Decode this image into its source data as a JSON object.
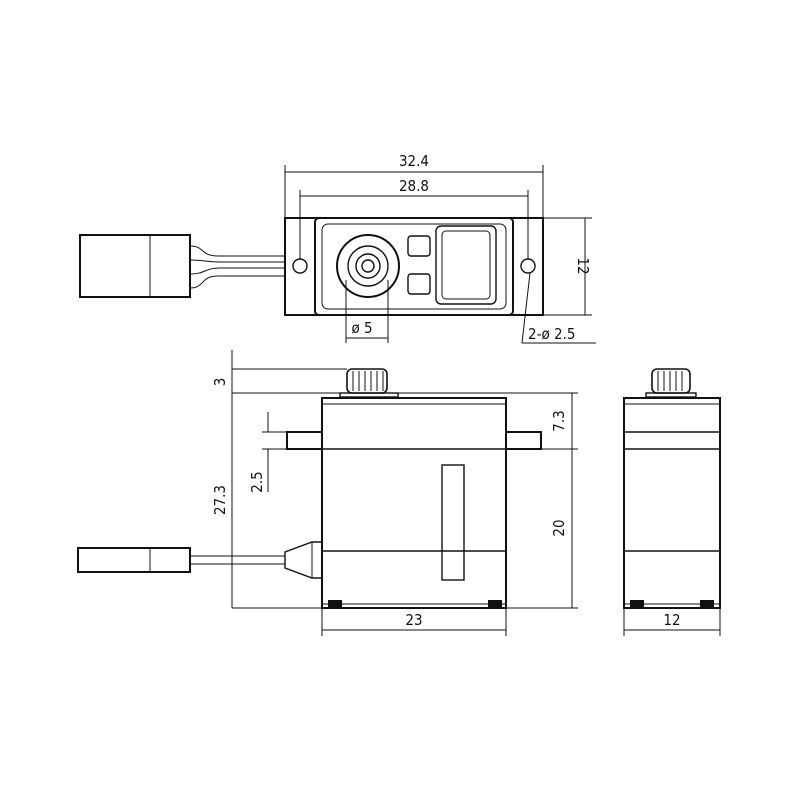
{
  "colors": {
    "line": "#111111",
    "background": "#ffffff"
  },
  "top_view": {
    "dim_overall_width": "32.4",
    "dim_hole_spacing": "28.8",
    "dim_height": "12",
    "dim_shaft_diameter": "ø 5",
    "dim_holes": "2-ø 2.5"
  },
  "front_view": {
    "dim_top": "3",
    "dim_total_height": "27.3",
    "dim_tab_thickness": "2.5",
    "dim_upper": "7.3",
    "dim_body": "20",
    "dim_width": "23"
  },
  "side_view": {
    "dim_width": "12"
  }
}
